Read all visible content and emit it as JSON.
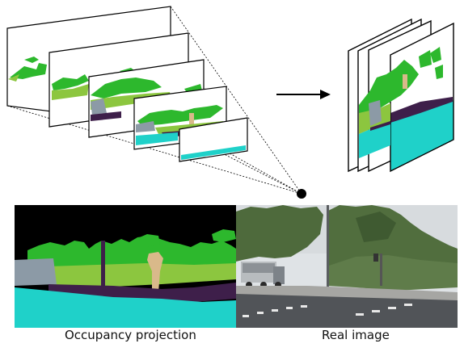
{
  "captions": {
    "occupancy_projection": "Occupancy projection",
    "real_image": "Real image"
  },
  "colors": {
    "vegetation": "#2db82d",
    "terrain": "#8cc63f",
    "sidewalk_road": "#3e1f4a",
    "ground": "#1fd1c9",
    "building": "#8c9aa6",
    "tree_trunk": "#d9b98a",
    "background": "#000000",
    "line": "#000000"
  },
  "icons": {
    "arrow": "right-arrow-icon",
    "camera_point": "camera-origin-dot"
  }
}
